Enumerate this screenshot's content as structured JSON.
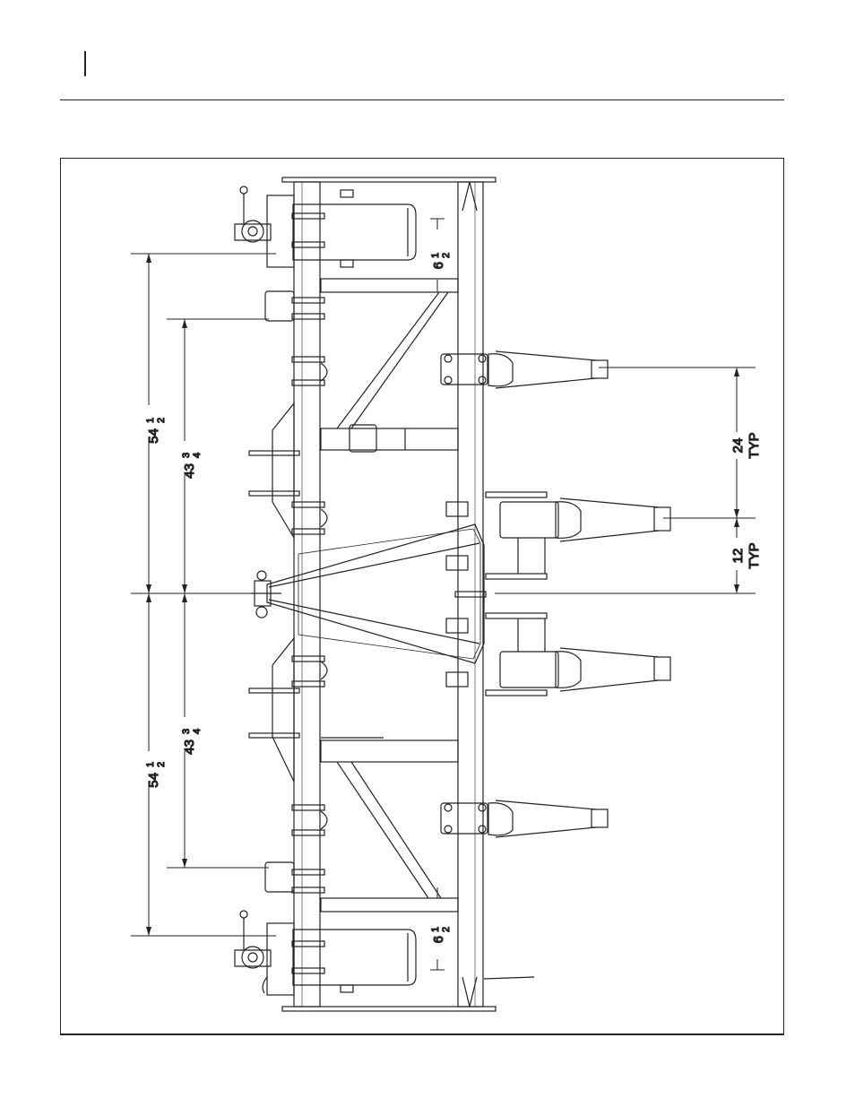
{
  "header": {
    "links": [
      "",
      ""
    ]
  },
  "footer": {
    "links": [
      "",
      ""
    ]
  },
  "dimensions": {
    "left_upper_outer": {
      "whole": "54",
      "num": "1",
      "den": "2"
    },
    "left_upper_inner": {
      "whole": "43",
      "num": "3",
      "den": "4"
    },
    "left_lower_inner": {
      "whole": "43",
      "num": "3",
      "den": "4"
    },
    "left_lower_outer": {
      "whole": "54",
      "num": "1",
      "den": "2"
    },
    "top_gap": {
      "whole": "6",
      "num": "1",
      "den": "2"
    },
    "bottom_gap": {
      "whole": "6",
      "num": "1",
      "den": "2"
    },
    "right_upper": {
      "value": "24",
      "note": "TYP"
    },
    "right_lower": {
      "value": "12",
      "note": "TYP"
    }
  }
}
